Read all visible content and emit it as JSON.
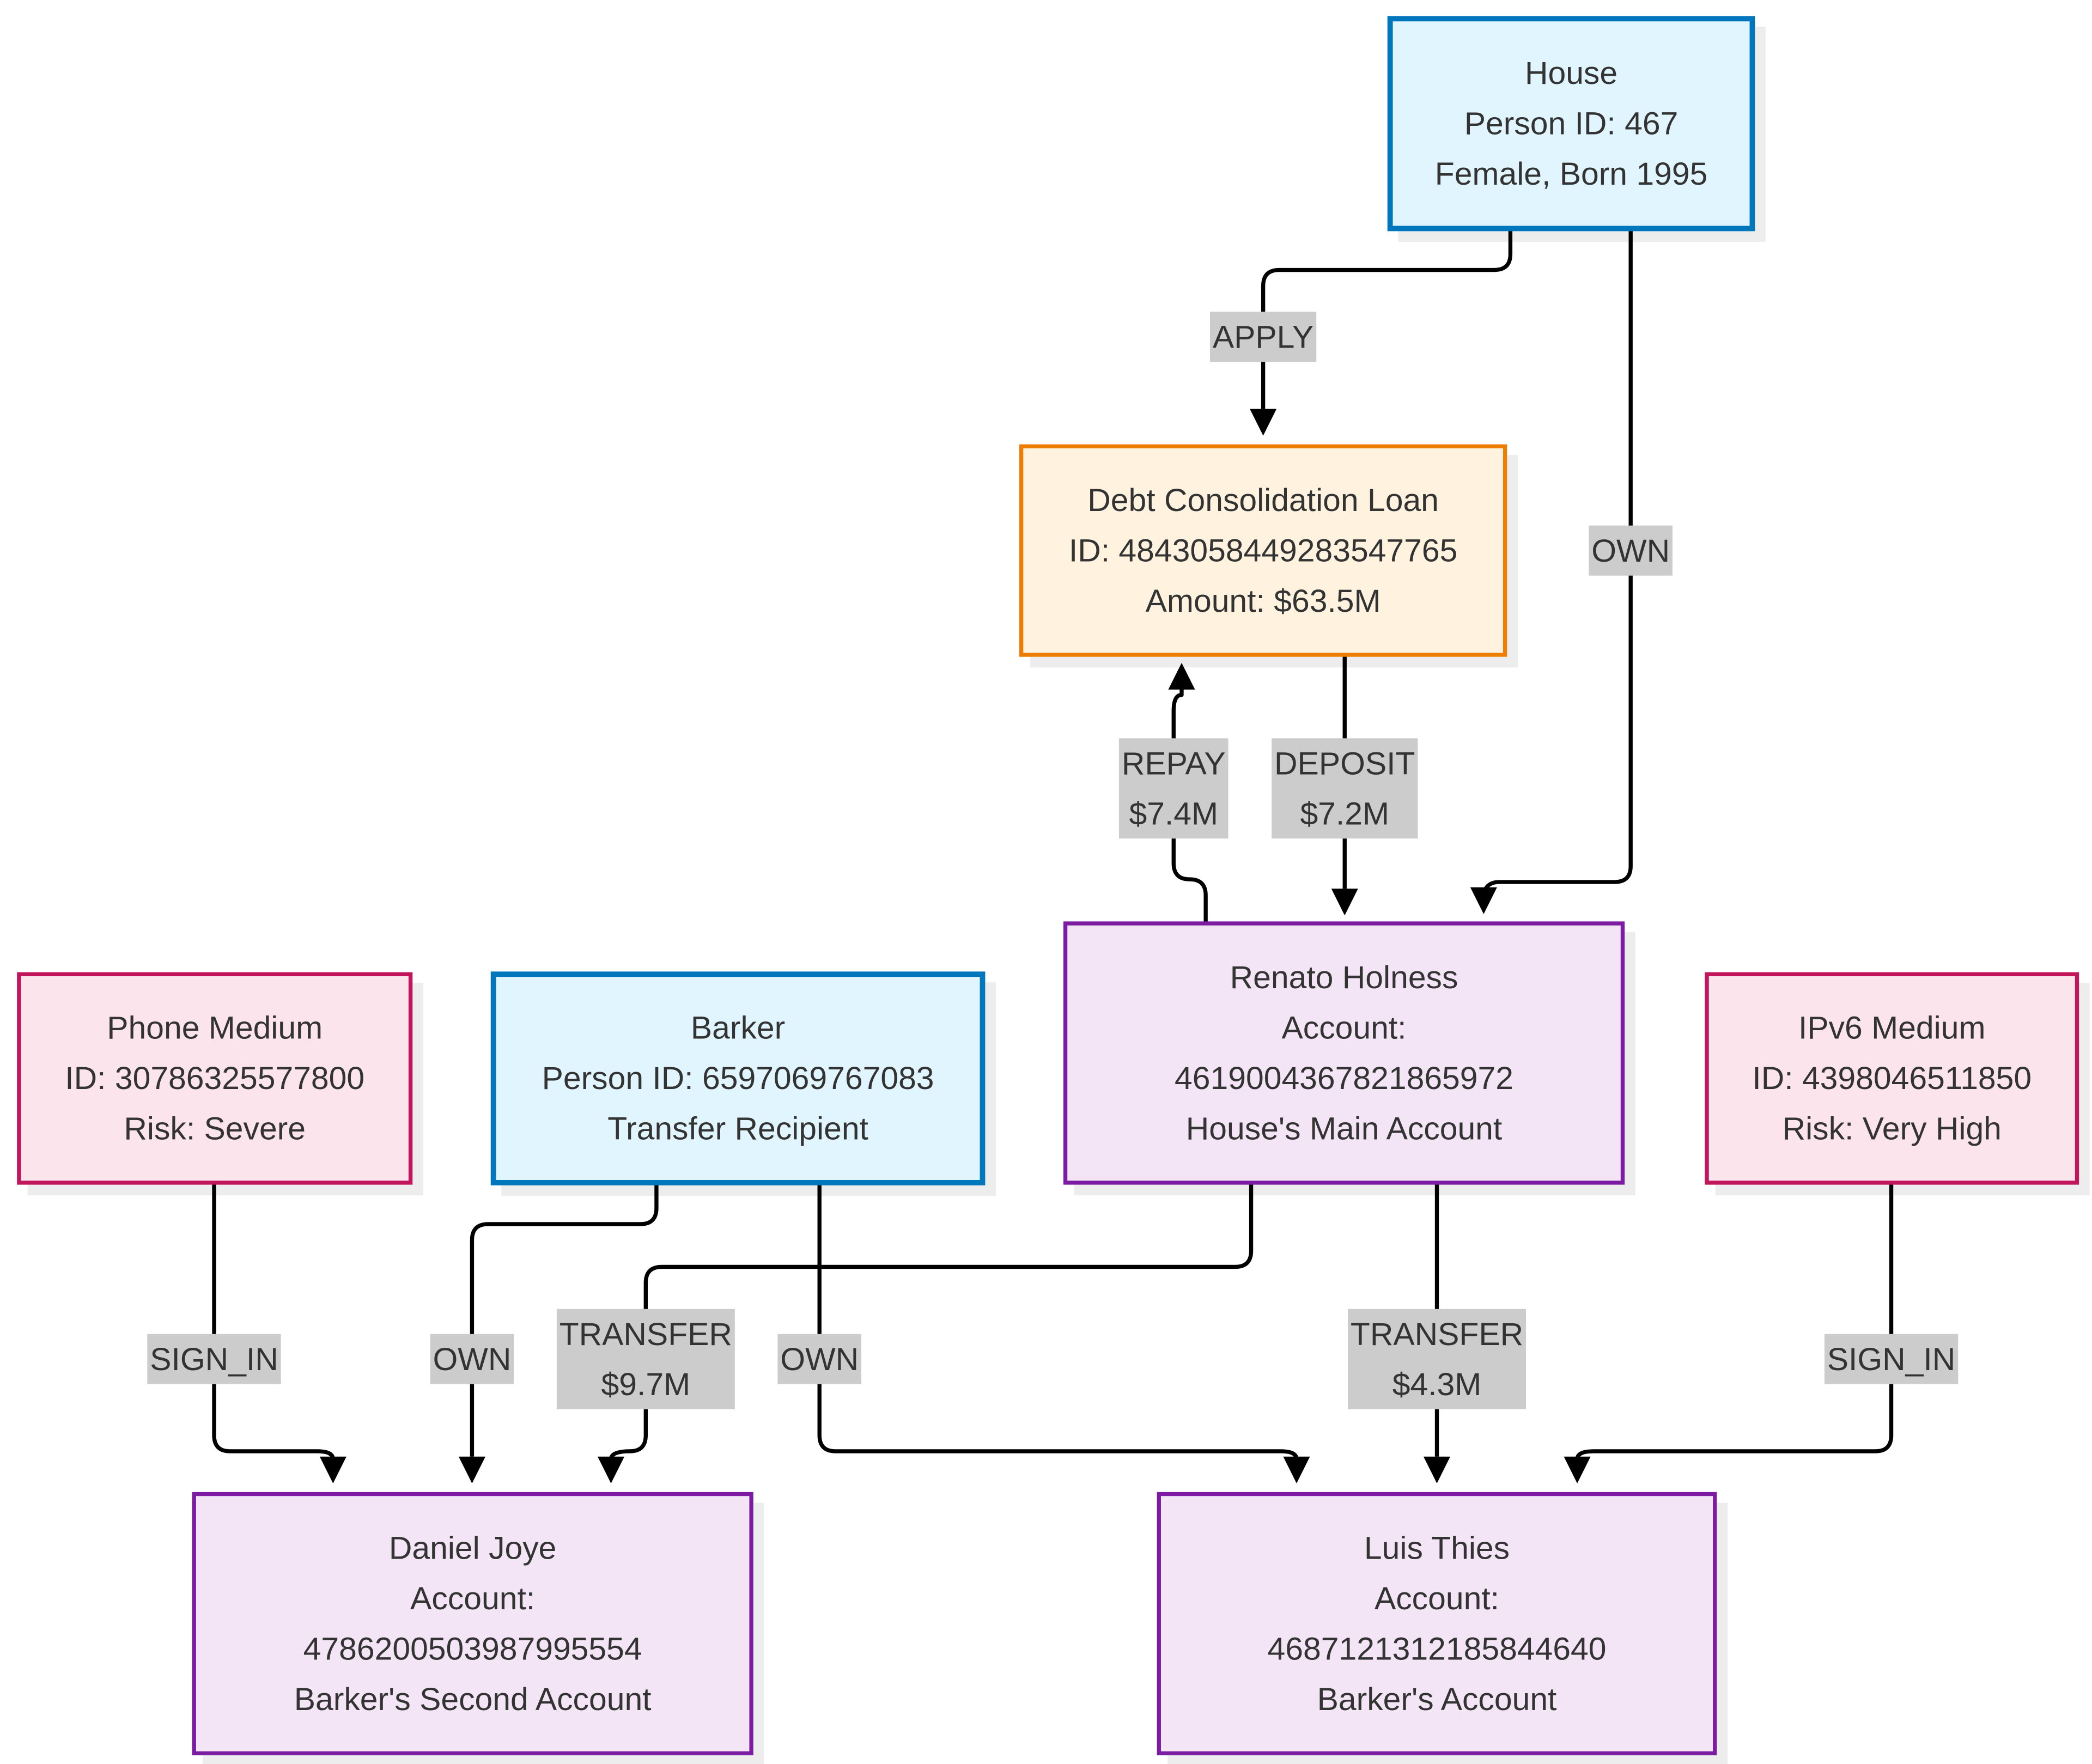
{
  "colors": {
    "person_fill": "#e1f5fe",
    "person_stroke": "#0277bd",
    "loan_fill": "#fff3e0",
    "loan_stroke": "#ef7d00",
    "account_fill": "#f3e5f5",
    "account_stroke": "#7b1fa2",
    "medium_fill": "#fce4ec",
    "medium_stroke": "#c2185b",
    "edge": "#000000",
    "edge_label_bg": "#cccccc",
    "text": "#333333"
  },
  "nodes": {
    "house": {
      "type": "person",
      "lines": [
        "House",
        "Person ID: 467",
        "Female, Born 1995"
      ]
    },
    "loan": {
      "type": "loan",
      "lines": [
        "Debt Consolidation Loan",
        "ID: 4843058449283547765",
        "Amount: $63.5M"
      ]
    },
    "renato": {
      "type": "account",
      "lines": [
        "Renato Holness",
        "Account:",
        "4619004367821865972",
        "House's Main Account"
      ]
    },
    "phone": {
      "type": "medium",
      "lines": [
        "Phone Medium",
        "ID: 30786325577800",
        "Risk: Severe"
      ]
    },
    "barker": {
      "type": "person",
      "lines": [
        "Barker",
        "Person ID: 6597069767083",
        "Transfer Recipient"
      ]
    },
    "ipv6": {
      "type": "medium",
      "lines": [
        "IPv6 Medium",
        "ID: 4398046511850",
        "Risk: Very High"
      ]
    },
    "daniel": {
      "type": "account",
      "lines": [
        "Daniel Joye",
        "Account:",
        "4786200503987995554",
        "Barker's Second Account"
      ]
    },
    "luis": {
      "type": "account",
      "lines": [
        "Luis Thies",
        "Account:",
        "4687121312185844640",
        "Barker's Account"
      ]
    }
  },
  "edges": [
    {
      "id": "house-apply-loan",
      "from": "house",
      "to": "loan",
      "lines": [
        "APPLY"
      ]
    },
    {
      "id": "house-own-renato",
      "from": "house",
      "to": "renato",
      "lines": [
        "OWN"
      ]
    },
    {
      "id": "renato-repay-loan",
      "from": "renato",
      "to": "loan",
      "lines": [
        "REPAY",
        "$7.4M"
      ]
    },
    {
      "id": "loan-deposit-renato",
      "from": "loan",
      "to": "renato",
      "lines": [
        "DEPOSIT",
        "$7.2M"
      ]
    },
    {
      "id": "phone-signin-daniel",
      "from": "phone",
      "to": "daniel",
      "lines": [
        "SIGN_IN"
      ]
    },
    {
      "id": "barker-own-daniel",
      "from": "barker",
      "to": "daniel",
      "lines": [
        "OWN"
      ]
    },
    {
      "id": "renato-transfer-daniel",
      "from": "renato",
      "to": "daniel",
      "lines": [
        "TRANSFER",
        "$9.7M"
      ]
    },
    {
      "id": "barker-own-luis",
      "from": "barker",
      "to": "luis",
      "lines": [
        "OWN"
      ]
    },
    {
      "id": "renato-transfer-luis",
      "from": "renato",
      "to": "luis",
      "lines": [
        "TRANSFER",
        "$4.3M"
      ]
    },
    {
      "id": "ipv6-signin-luis",
      "from": "ipv6",
      "to": "luis",
      "lines": [
        "SIGN_IN"
      ]
    }
  ]
}
